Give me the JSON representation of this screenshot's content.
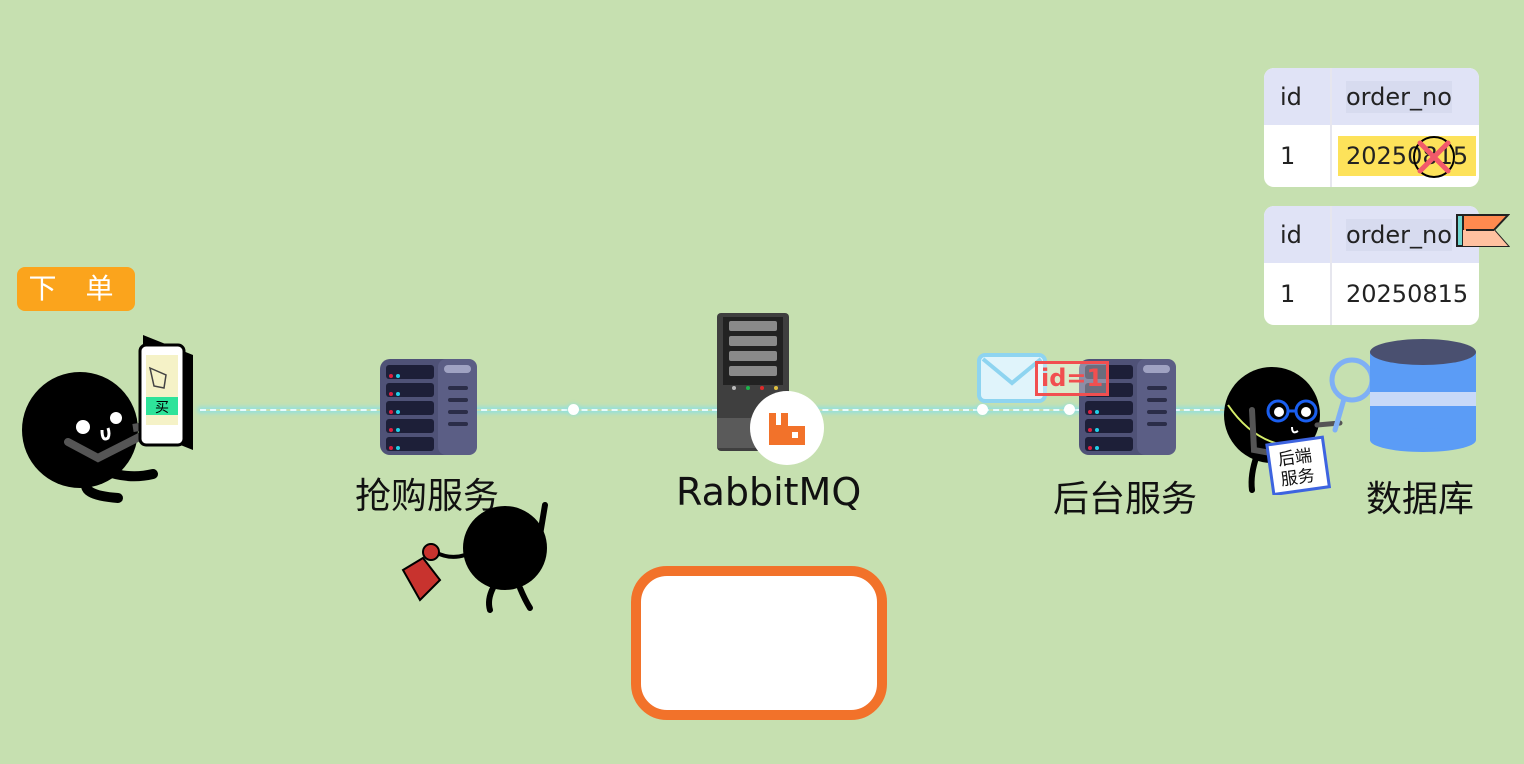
{
  "diagram": {
    "order_badge": "下 单",
    "nodes": [
      {
        "id": "flash-sale-service",
        "label": "抢购服务"
      },
      {
        "id": "rabbitmq",
        "label": "RabbitMQ"
      },
      {
        "id": "backend-service",
        "label": "后台服务"
      },
      {
        "id": "database",
        "label": "数据库"
      }
    ],
    "message": {
      "tag": "id=1"
    },
    "phone_button": "买",
    "developer_badge": [
      "后端",
      "服务"
    ],
    "tables": [
      {
        "headers": [
          "id",
          "order_no"
        ],
        "rows": [
          [
            "1",
            "20250815"
          ]
        ],
        "state": "rejected"
      },
      {
        "headers": [
          "id",
          "order_no"
        ],
        "rows": [
          [
            "1",
            "20250815"
          ]
        ],
        "state": "flagged"
      }
    ],
    "colors": {
      "background": "#c6e0b0",
      "badge": "#fba41c",
      "accent_orange": "#f2722a",
      "tag_red": "#f14f50",
      "db_blue": "#5b9cf6",
      "flow_line": "#8fe0e0"
    }
  }
}
